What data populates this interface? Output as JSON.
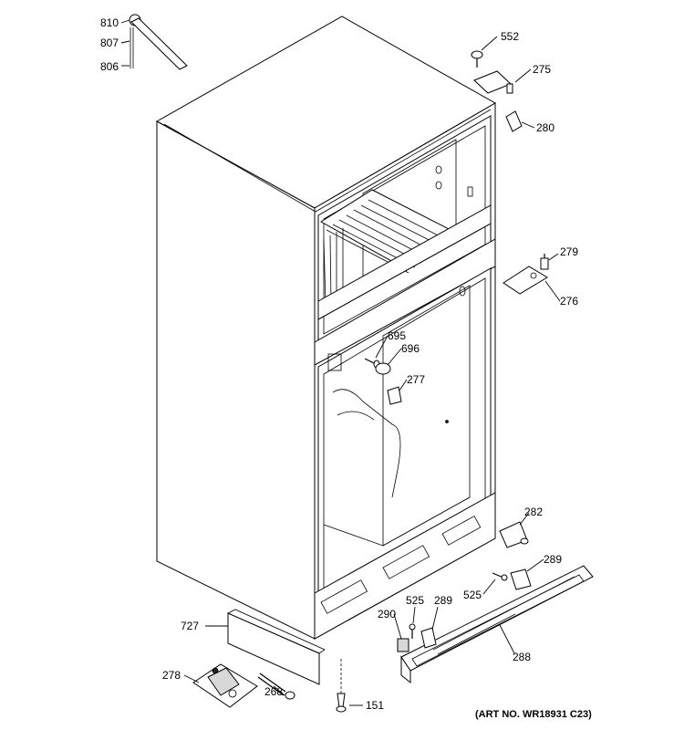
{
  "art_number": "(ART NO. WR18931 C23)",
  "callouts": {
    "p810": "810",
    "p807": "807",
    "p806": "806",
    "p552": "552",
    "p275": "275",
    "p280": "280",
    "p279": "279",
    "p276": "276",
    "p695": "695",
    "p696": "696",
    "p277": "277",
    "p282": "282",
    "p289a": "289",
    "p525a": "525",
    "p289b": "289",
    "p290": "290",
    "p525b": "525",
    "p288": "288",
    "p727": "727",
    "p278": "278",
    "p268": "268",
    "p151": "151"
  }
}
